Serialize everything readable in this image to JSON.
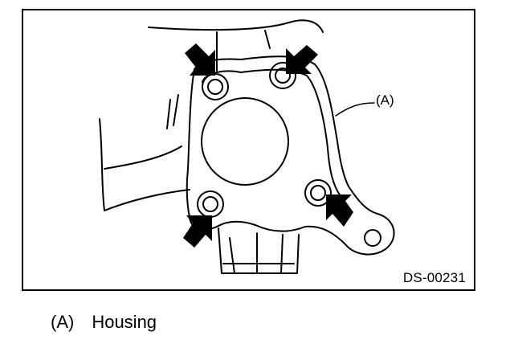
{
  "figure": {
    "code": "DS-00231",
    "callout_label": "(A)",
    "arrow_count": 4
  },
  "legend": {
    "items": [
      {
        "key": "(A)",
        "label": "Housing"
      }
    ]
  }
}
